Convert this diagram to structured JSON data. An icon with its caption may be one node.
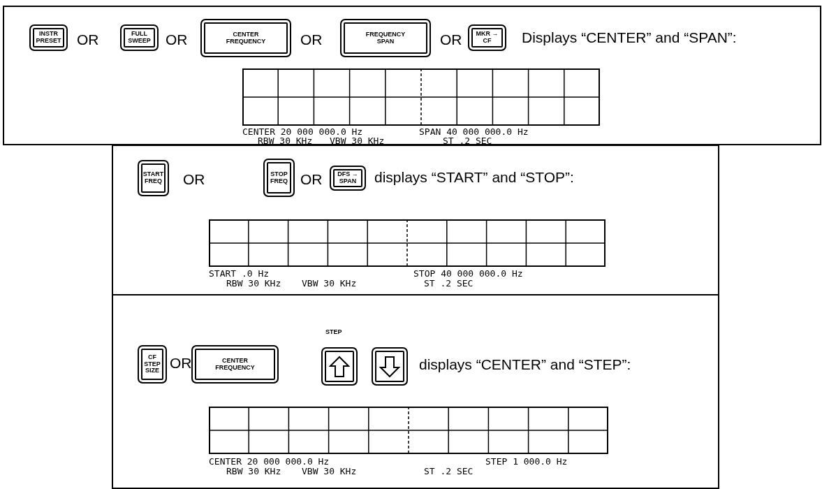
{
  "diagram": {
    "nodes": [
      {
        "text": [
          "Displays “CENTER” and “SPAN”:"
        ]
      },
      {
        "text": [
          "INSTR PRESET"
        ],
        "in": 0
      },
      {
        "text": [
          "FULL SWEEP"
        ],
        "in": 0
      },
      {
        "text": [
          "CENTER FREQUENCY"
        ],
        "in": 0
      },
      {
        "text": [
          "FREQUENCY SPAN"
        ],
        "in": 0
      },
      {
        "text": [
          "MKR → CF"
        ],
        "in": 0
      },
      {
        "text": [],
        "shape": "box",
        "in": 0,
        "beside": [
          "CENTER 20 000 000.0 Hz",
          "SPAN 40 000 000.0 Hz",
          "RBW 30 KHz",
          "VBW 30 KHz",
          "ST .2 SEC"
        ]
      },
      {
        "text": [
          "displays “START” and “STOP”:"
        ]
      },
      {
        "text": [
          "START FREQ"
        ],
        "in": 7
      },
      {
        "text": [
          "STOP FREQ"
        ],
        "in": 7
      },
      {
        "text": [
          "DFS → SPAN"
        ],
        "in": 7
      },
      {
        "text": [],
        "shape": "box",
        "in": 7,
        "beside": [
          "START .0 Hz",
          "STOP 40 000 000.0 Hz",
          "RBW 30 KHz",
          "VBW 30 KHz",
          "ST .2 SEC"
        ]
      },
      {
        "text": [
          "displays “CENTER” and “STEP”:"
        ]
      },
      {
        "text": [
          "CF STEP SIZE"
        ],
        "in": 12
      },
      {
        "text": [
          "CENTER FREQUENCY"
        ],
        "in": 12
      },
      {
        "text": [],
        "shape": "box",
        "in": 12
      },
      {
        "text": [],
        "shape": "box",
        "in": 12
      },
      {
        "text": [],
        "shape": "box",
        "in": 12,
        "beside": [
          "CENTER 20 000 000.0 Hz",
          "STEP 1 000.0 Hz",
          "RBW 30 KHz",
          "VBW 30 KHz",
          "ST .2 SEC"
        ]
      }
    ],
    "edges": [],
    "labels": [
      "OR",
      "OR",
      "OR",
      "OR",
      "OR",
      "OR",
      "STEP",
      "OR"
    ]
  }
}
